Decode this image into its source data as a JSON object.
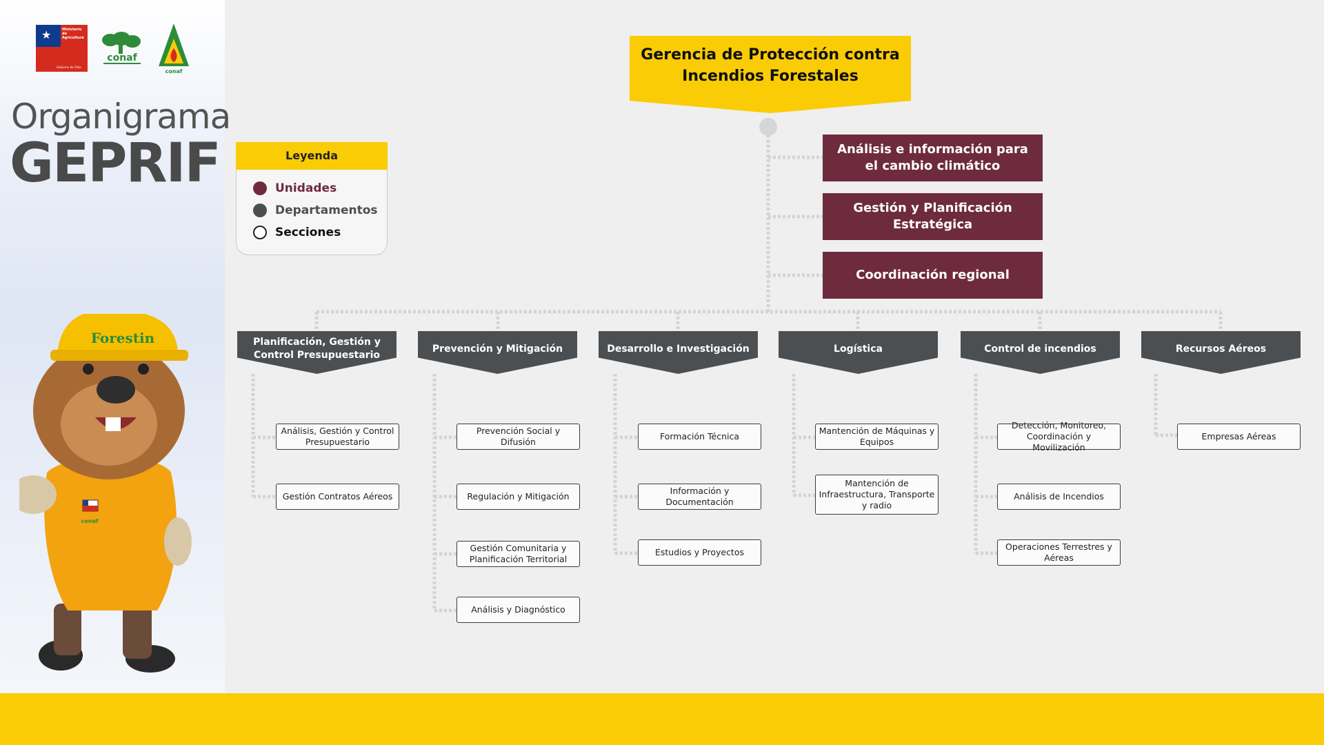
{
  "header": {
    "title_light": "Organigrama",
    "title_bold": "GEPRIF"
  },
  "logos": {
    "ministerio": "Ministerio de Agricultura",
    "gobierno": "Gobierno de Chile",
    "conaf": "conaf"
  },
  "mascot": {
    "hat_text": "Forestin",
    "badge": "conaf"
  },
  "legend": {
    "title": "Leyenda",
    "items": [
      {
        "label": "Unidades",
        "color": "#6e2b3d"
      },
      {
        "label": "Departamentos",
        "color": "#4c4f52"
      },
      {
        "label": "Secciones",
        "color": "#ffffff"
      }
    ]
  },
  "root": {
    "line1": "Gerencia de Protección contra",
    "line2": "Incendios Forestales"
  },
  "units": [
    "Análisis e información para el cambio climático",
    "Gestión y Planificación Estratégica",
    "Coordinación regional"
  ],
  "departments": [
    {
      "name": "Planificación, Gestión y Control Presupuestario",
      "sections": [
        "Análisis, Gestión y Control Presupuestario",
        "Gestión Contratos Aéreos"
      ]
    },
    {
      "name": "Prevención y Mitigación",
      "sections": [
        "Prevención Social y Difusión",
        "Regulación y Mitigación",
        "Gestión Comunitaria y Planificación Territorial",
        "Análisis y Diagnóstico"
      ]
    },
    {
      "name": "Desarrollo e Investigación",
      "sections": [
        "Formación Técnica",
        "Información y Documentación",
        "Estudios y Proyectos"
      ]
    },
    {
      "name": "Logística",
      "sections": [
        "Mantención de Máquinas y Equipos",
        "Mantención de Infraestructura, Transporte y radio"
      ]
    },
    {
      "name": "Control de incendios",
      "sections": [
        "Detección, Monitoreo, Coordinación y Movilización",
        "Análisis de Incendios",
        "Operaciones Terrestres y Aéreas"
      ]
    },
    {
      "name": "Recursos Aéreos",
      "sections": [
        "Empresas Aéreas"
      ]
    }
  ],
  "colors": {
    "accent_yellow": "#f9cc05",
    "unit": "#6e2b3d",
    "department": "#4c4f52",
    "connector": "#d4d4d4"
  }
}
